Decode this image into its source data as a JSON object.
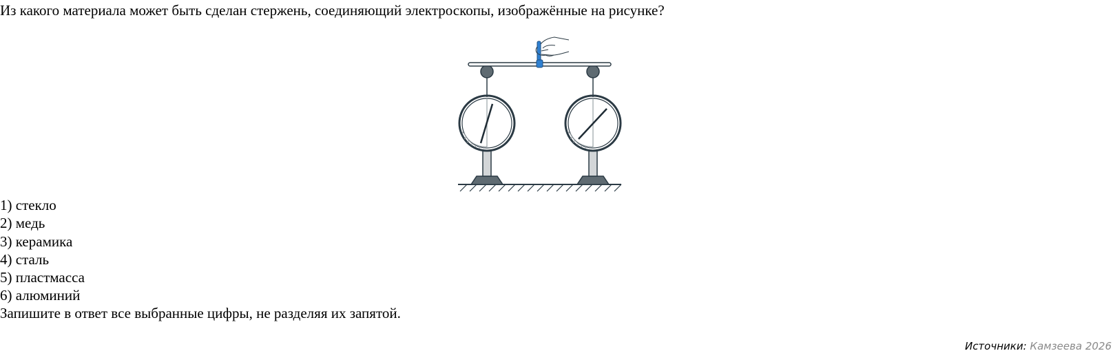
{
  "question": {
    "text": "Из какого материала может быть сделан стержень, соединяющий электроскопы, изображённые на рисунке?"
  },
  "figure": {
    "description": "Два электроскопа, соединённые горизонтальным стержнем, который держит рука за изолирующую ручку",
    "colors": {
      "outline": "#2b3a44",
      "ball": "#5f6b72",
      "stand": "#d3d6d8",
      "handle": "#2f80d1",
      "scale": "#8f979c"
    },
    "left_electroscope": {
      "needle_angle_deg": 17
    },
    "right_electroscope": {
      "needle_angle_deg": 43
    }
  },
  "options": [
    {
      "num": "1)",
      "label": "стекло"
    },
    {
      "num": "2)",
      "label": "медь"
    },
    {
      "num": "3)",
      "label": "керамика"
    },
    {
      "num": "4)",
      "label": "сталь"
    },
    {
      "num": "5)",
      "label": "пластмасса"
    },
    {
      "num": "6)",
      "label": "алюминий"
    }
  ],
  "instruction": "Запишите в ответ все выбранные цифры, не разделяя их запятой.",
  "source": {
    "label": "Источники:",
    "value": "Камзеева 2026"
  }
}
